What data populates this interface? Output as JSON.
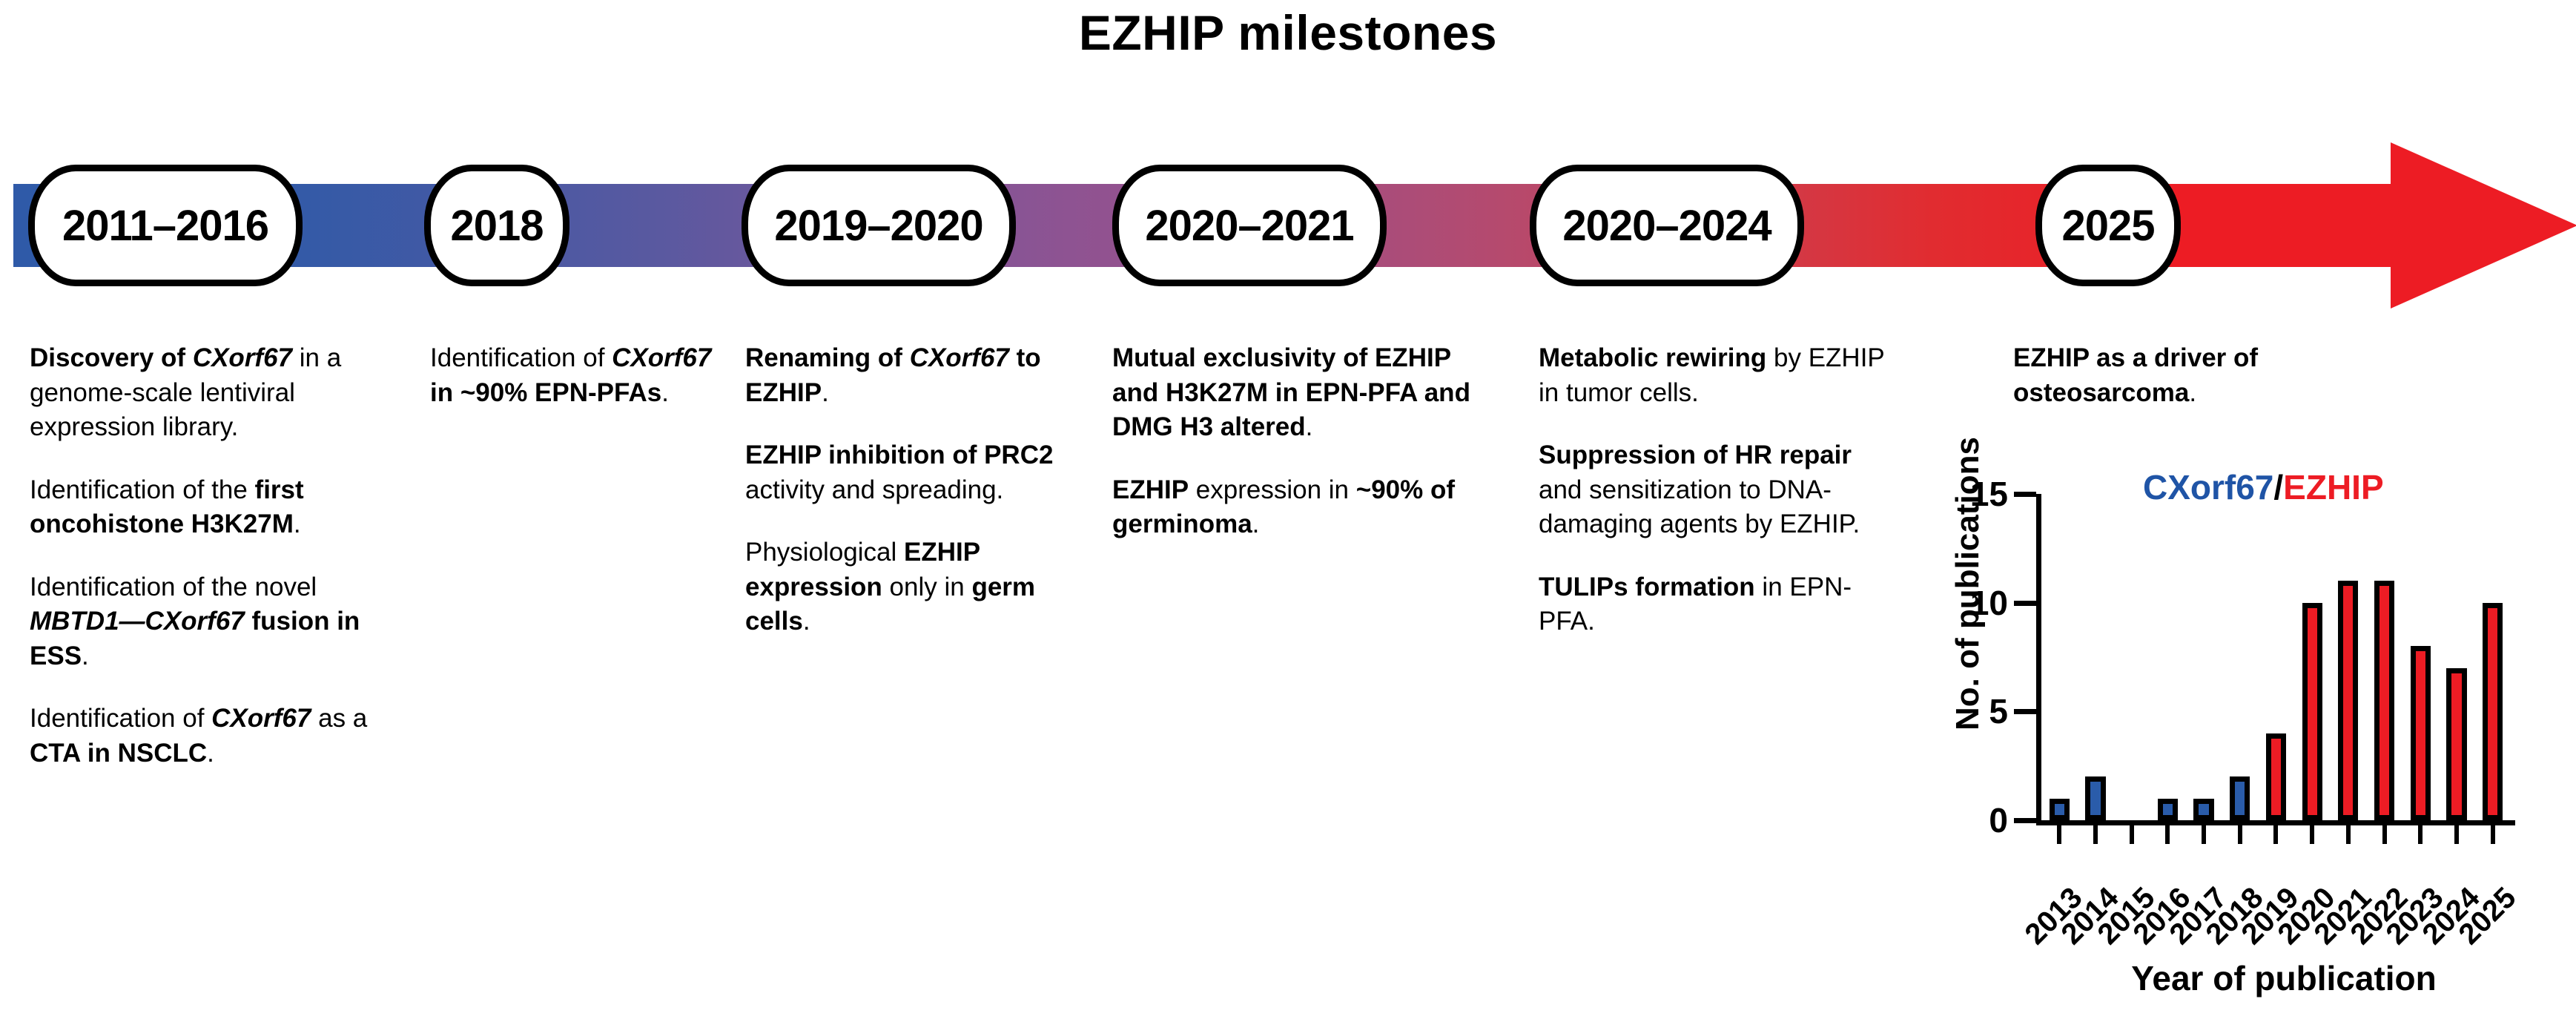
{
  "title": "EZHIP milestones",
  "timeline": {
    "gradient_start": "#2f5aa8",
    "gradient_end": "#ed1c24",
    "nodes": [
      {
        "label": "2011–2016"
      },
      {
        "label": "2018"
      },
      {
        "label": "2019–2020"
      },
      {
        "label": "2020–2021"
      },
      {
        "label": "2020–2024"
      },
      {
        "label": "2025"
      }
    ]
  },
  "columns": [
    {
      "year": "2011–2016",
      "entries": [
        "<b>Discovery of <i>CXorf67</i></b> in a genome-scale lentiviral expression library.",
        "Identification of the <b>first oncohistone H3K27M</b>.",
        "Identification of the novel <i>MBTD1—CXorf67</i> <b>fusion in ESS</b>.",
        "Identification of <i>CXorf67</i> as a <b>CTA in NSCLC</b>."
      ]
    },
    {
      "year": "2018",
      "entries": [
        "Identification of <i>CXorf67</i> <b>in ~90% EPN-PFAs</b>."
      ]
    },
    {
      "year": "2019–2020",
      "entries": [
        "<b>Renaming of <i>CXorf67</i> to EZHIP</b>.",
        "<b>EZHIP inhibition of PRC2</b> activity and spreading.",
        "Physiological <b>EZHIP expression</b> only in <b>germ cells</b>."
      ]
    },
    {
      "year": "2020–2021",
      "entries": [
        "<b>Mutual exclusivity of EZHIP and H3K27M in EPN-PFA and DMG H3 altered</b>.",
        "<b>EZHIP</b> expression in <b>~90% of germinoma</b>."
      ]
    },
    {
      "year": "2020–2024",
      "entries": [
        "<b>Metabolic rewiring</b> by EZHIP in tumor cells.",
        "<b>Suppression of HR repair</b> and sensitization to DNA-damaging agents by EZHIP.",
        "<b>TULIPs formation</b> in EPN-PFA."
      ]
    },
    {
      "year": "2025",
      "entries": [
        "<b>EZHIP as a driver of osteosarcoma</b>."
      ]
    }
  ],
  "chart_data": {
    "type": "bar",
    "title": "",
    "legend": {
      "left": "CXorf67",
      "separator": "/",
      "right": "EZHIP"
    },
    "legend_position": "top-center",
    "xlabel": "Year of publication",
    "ylabel": "No. of publications",
    "ylim": [
      0,
      15
    ],
    "yticks": [
      0,
      5,
      10,
      15
    ],
    "grid": false,
    "categories": [
      "2013",
      "2014",
      "2015",
      "2016",
      "2017",
      "2018",
      "2019",
      "2020",
      "2021",
      "2022",
      "2023",
      "2024",
      "2025"
    ],
    "values": [
      1,
      2,
      0,
      1,
      1,
      2,
      4,
      10,
      11,
      11,
      8,
      7,
      10
    ],
    "bar_colors": [
      "blue",
      "blue",
      "blue",
      "blue",
      "blue",
      "blue",
      "red",
      "red",
      "red",
      "red",
      "red",
      "red",
      "red"
    ],
    "colors": {
      "blue": "#2a5caa",
      "red": "#ed1c24",
      "outline": "#000000"
    }
  }
}
